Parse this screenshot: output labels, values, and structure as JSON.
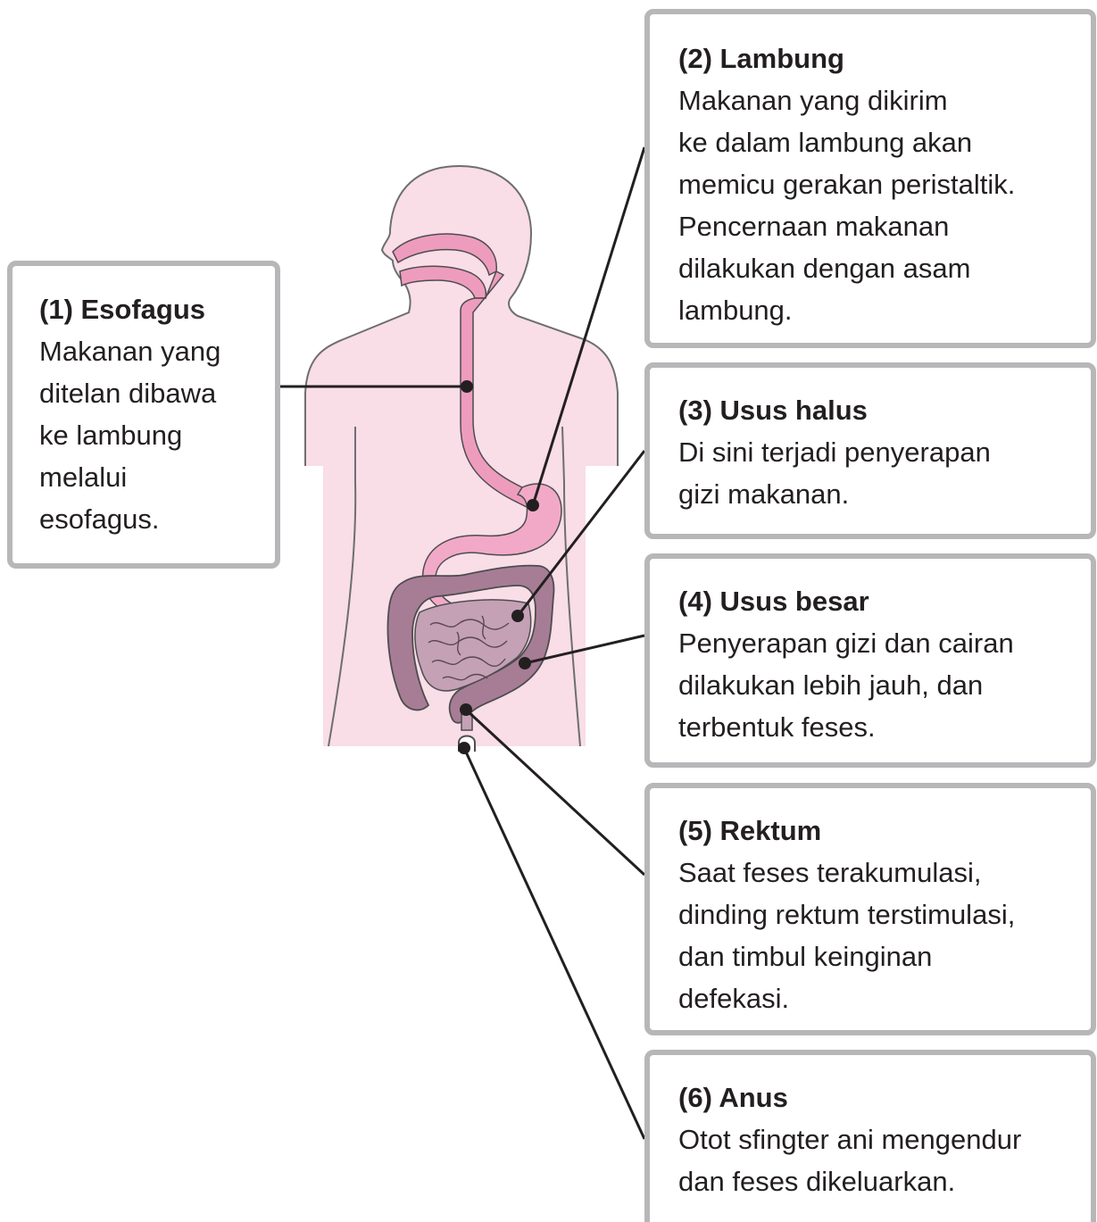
{
  "labels": [
    {
      "id": "esofagus",
      "title": "(1) Esofagus",
      "text": "Makanan yang\nditelan dibawa\nke lambung\nmelalui\nesofagus."
    },
    {
      "id": "lambung",
      "title": "(2) Lambung",
      "text": "Makanan yang dikirim\nke dalam lambung akan\nmemicu gerakan peristaltik.\nPencernaan makanan\ndilakukan dengan asam\nlambung."
    },
    {
      "id": "halus",
      "title": "(3) Usus halus",
      "text": "Di sini terjadi penyerapan\ngizi makanan."
    },
    {
      "id": "besar",
      "title": "(4) Usus besar",
      "text": "Penyerapan gizi dan cairan\ndilakukan lebih jauh, dan\nterbentuk feses."
    },
    {
      "id": "rektum",
      "title": "(5) Rektum",
      "text": "Saat feses terakumulasi,\ndinding rektum terstimulasi,\ndan timbul keinginan\ndefekasi."
    },
    {
      "id": "anus",
      "title": "(6) Anus",
      "text": "Otot sfingter ani mengendur\ndan feses dikeluarkan."
    }
  ],
  "colors": {
    "body_fill": "#f9dde7",
    "body_stroke": "#6d6e71",
    "tract_fill": "#ee9cbd",
    "tract_stroke": "#4d4d4f",
    "stomach_fill": "#f2a9c7",
    "large_intestine_fill": "#a77d95",
    "small_intestine_fill": "#c4a1b5",
    "box_border": "#b7b7b9",
    "leader_line": "#231f20"
  }
}
